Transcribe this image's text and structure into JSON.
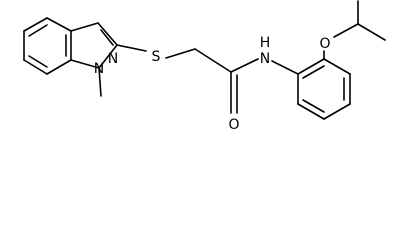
{
  "atoms": {
    "n_imidazole": "N",
    "n_methyl": "N",
    "s": "S",
    "nh": "H",
    "nh_n": "N",
    "o_ether": "O",
    "o_carbonyl": "O"
  }
}
